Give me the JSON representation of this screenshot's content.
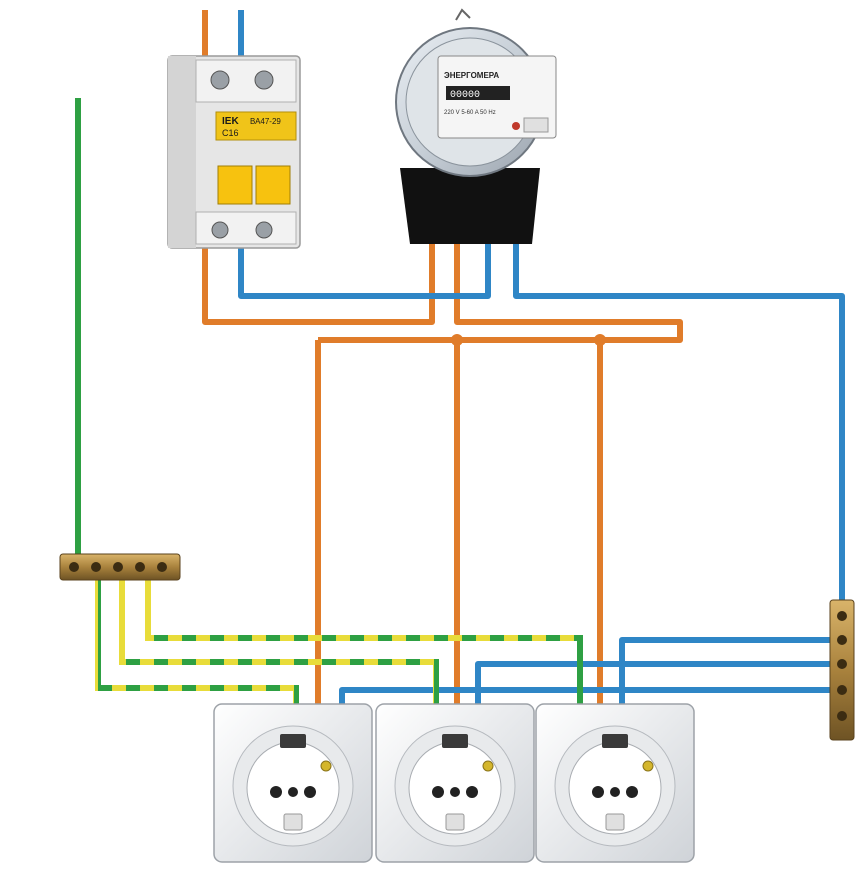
{
  "breaker": {
    "brand": "IEK",
    "model": "ВА47-29",
    "rating": "C16"
  },
  "meter": {
    "brand": "ЭНЕРГОМЕРА",
    "reading": "00000",
    "spec": "220 V  5-60 A  50 Hz"
  },
  "wire_colors": {
    "phase": "#e07c2a",
    "neutral": "#2f86c6",
    "earth_yellow": "#e8dc3a",
    "earth_green": "#2ea043"
  },
  "sockets": [
    {
      "type": "schuko"
    },
    {
      "type": "schuko"
    },
    {
      "type": "schuko"
    }
  ]
}
